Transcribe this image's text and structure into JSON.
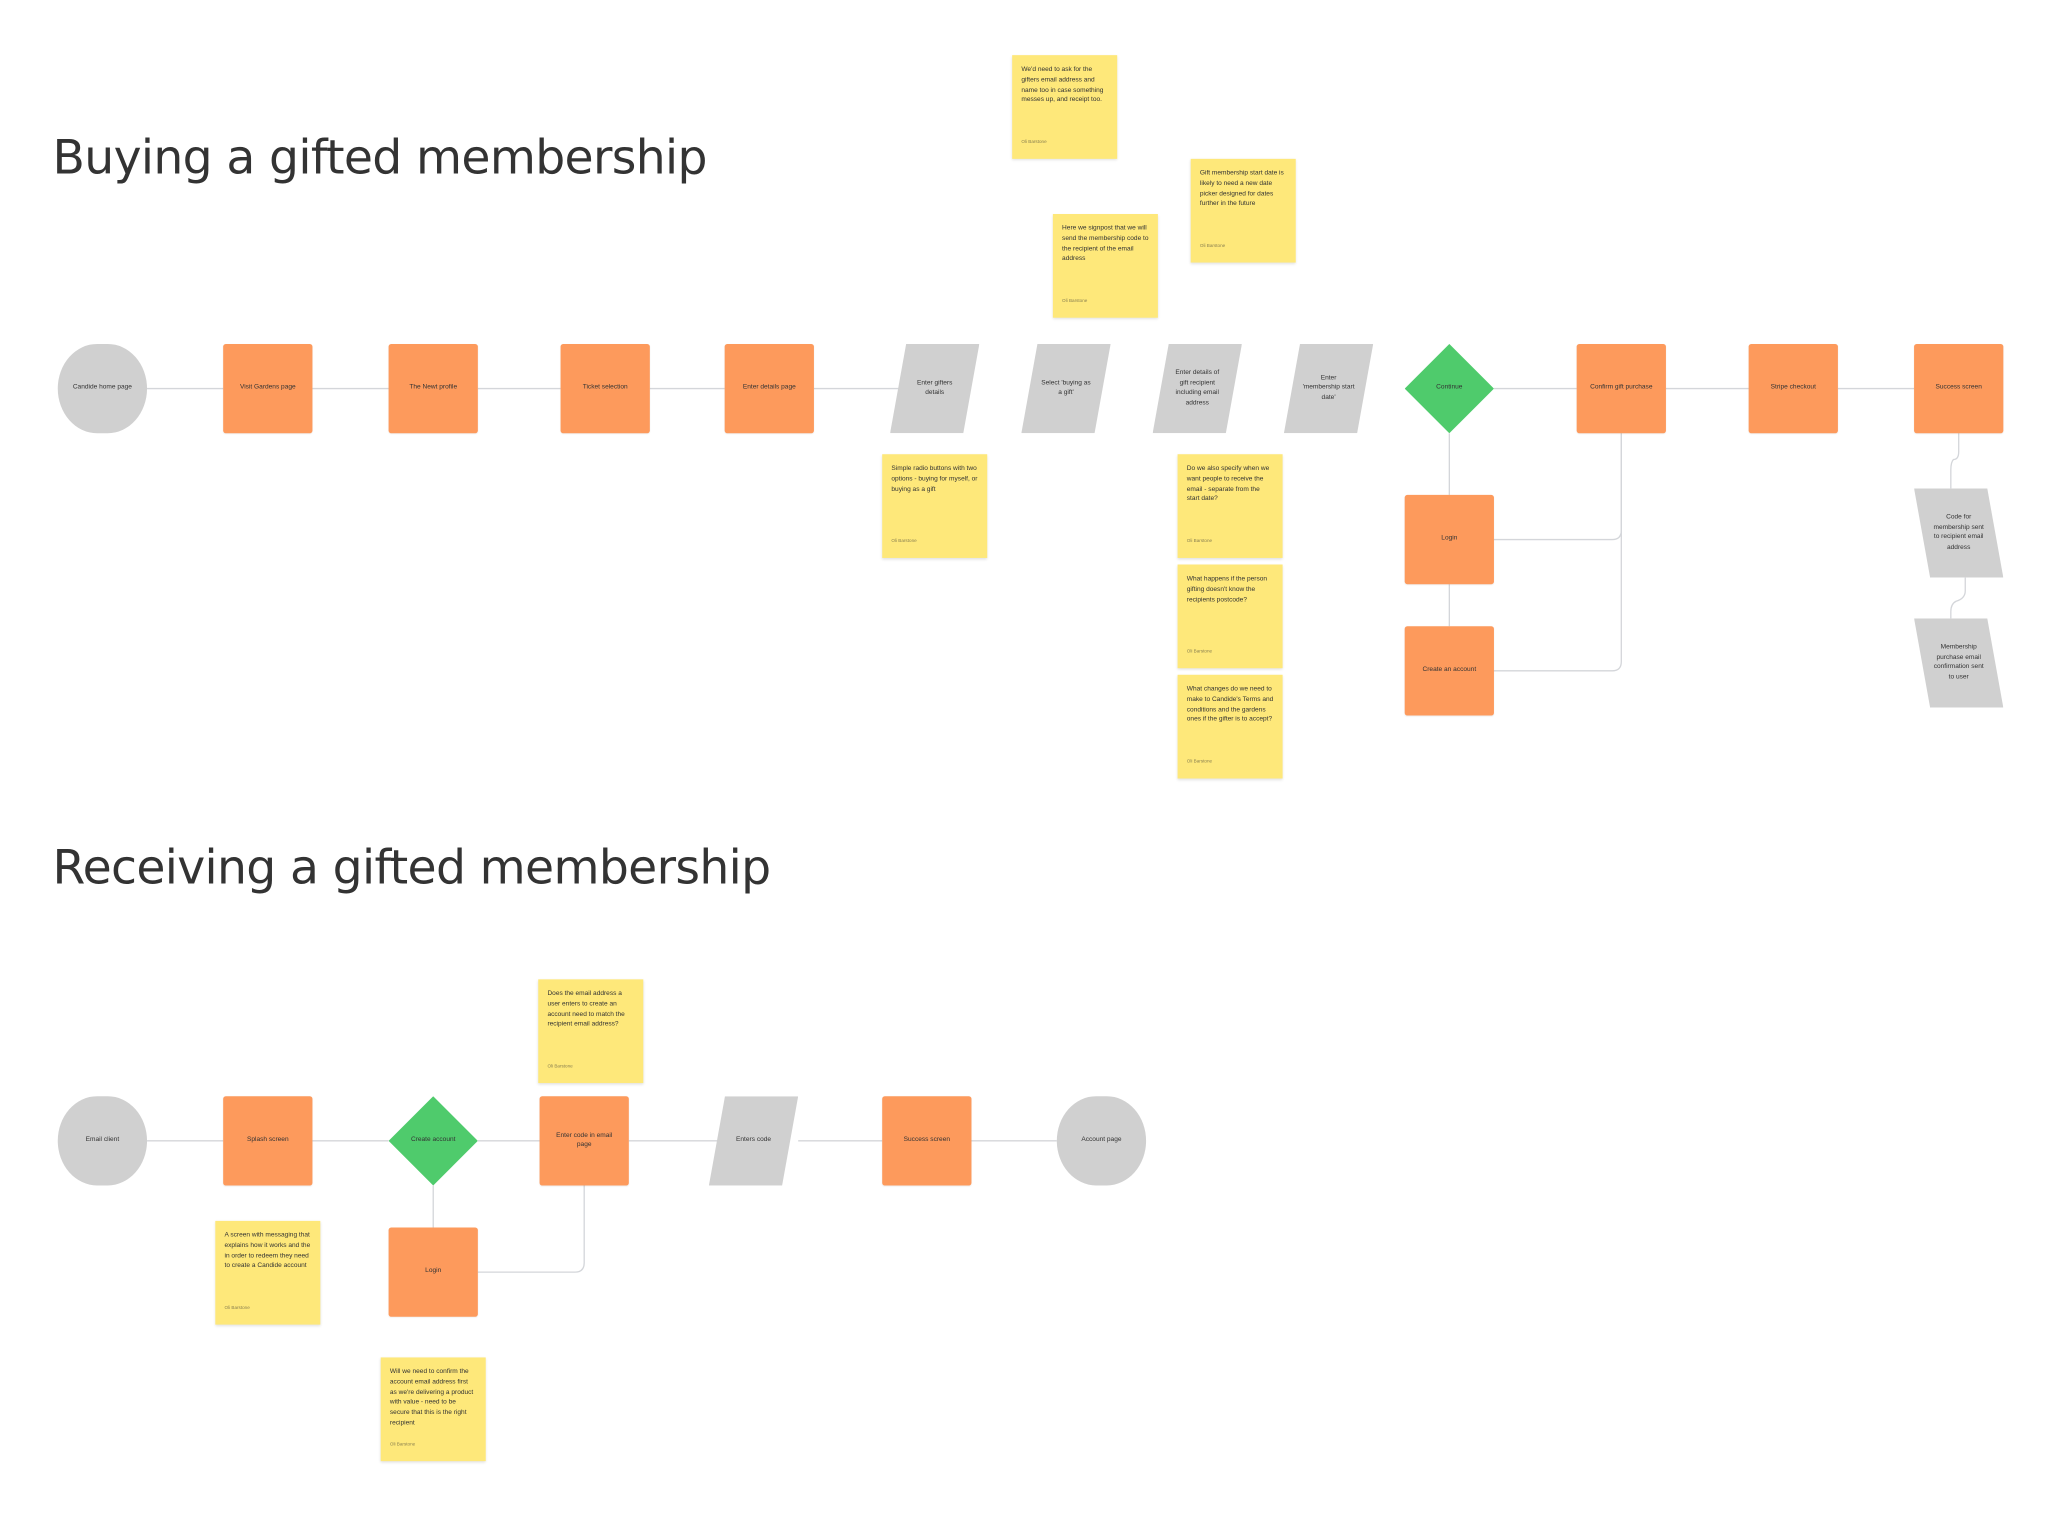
{
  "sections": {
    "buying": {
      "title": "Buying a gifted membership",
      "nodes": {
        "candide_home": "Candide home page",
        "visit_gardens": "Visit Gardens page",
        "newt_profile": "The Newt profile",
        "ticket_selection": "Ticket selection",
        "enter_details_page": "Enter details page",
        "enter_gifters_details": "Enter gifters details",
        "select_buying_gift": "Select 'buying as a gift'",
        "enter_recipient": "Enter details of gift recipient including email address",
        "enter_start_date": "Enter 'membership start date'",
        "continue": "Continue",
        "confirm_gift_purchase": "Confirm gift purchase",
        "stripe_checkout": "Stripe checkout",
        "success_screen": "Success screen",
        "login": "Login",
        "create_account": "Create an account",
        "code_sent": "Code for membership sent to recipient email address",
        "confirmation_sent": "Membership purchase email confirmation sent to user"
      },
      "notes": [
        {
          "text": "We'd need to ask for the gifters email address and name too in case something messes up, and receipt too.",
          "author": "Oli Barstone"
        },
        {
          "text": "Here we signpost that we will send the membership code to the recipient of the email address",
          "author": "Oli Barstone"
        },
        {
          "text": "Gift membership start date is likely to need a new date picker designed for dates further in the future",
          "author": "Oli Barstone"
        },
        {
          "text": "Simple radio buttons with two options - buying for myself, or buying as a gift",
          "author": "Oli Barstone"
        },
        {
          "text": "Do we also specify when we want people to receive the email - separate from the start date?",
          "author": "Oli Barstone"
        },
        {
          "text": "What happens if the person gifting doesn't know the recipients postcode?",
          "author": "Oli Barstone"
        },
        {
          "text": "What changes do we need to make to Candide's Terms and conditions and the gardens ones if the gifter is to accept?",
          "author": "Oli Barstone"
        }
      ]
    },
    "receiving": {
      "title": "Receiving a gifted membership",
      "nodes": {
        "email_client": "Email client",
        "splash_screen": "Splash screen",
        "create_account": "Create account",
        "enter_code_page": "Enter code in email page",
        "enters_code": "Enters code",
        "success_screen": "Success screen",
        "account_page": "Account page",
        "login": "Login"
      },
      "notes": [
        {
          "text": "Does the email address a user enters to create an account need to match the recipient email address?",
          "author": "Oli Barstone"
        },
        {
          "text": "A screen with messaging that explains how it works and the in order to redeem they need to create a Candide account",
          "author": "Oli Barstone"
        },
        {
          "text": "Will we need to confirm the account email address first as we're delivering a product with value - need to be secure that this is the right recipient",
          "author": "Oli Barstone"
        }
      ]
    }
  },
  "colors": {
    "screen": "#fd9a5c",
    "input_or_terminal": "#d0d0d0",
    "decision": "#4fcb6c",
    "sticky_note": "#fee87a",
    "connector": "#d4d6da"
  }
}
